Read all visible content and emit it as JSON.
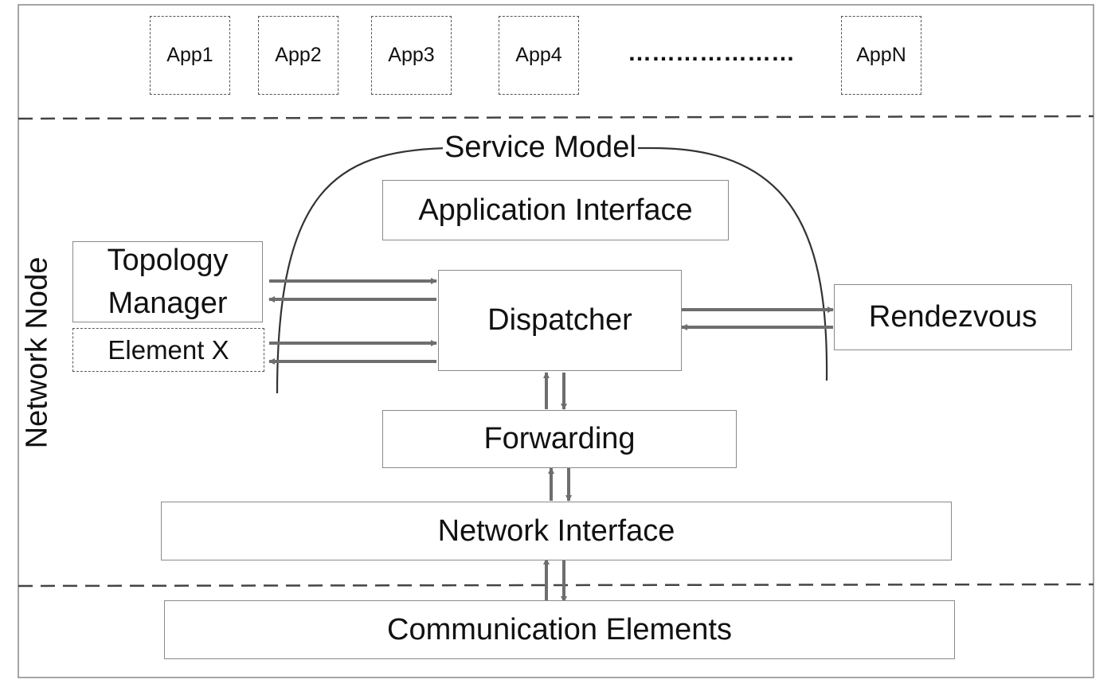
{
  "apps": [
    "App1",
    "App2",
    "App3",
    "App4",
    "AppN"
  ],
  "ellipsis": "…………………",
  "service_model": "Service Model",
  "network_node": "Network Node",
  "boxes": {
    "application_interface": "Application Interface",
    "topology_manager_line1": "Topology",
    "topology_manager_line2": "Manager",
    "element_x": "Element X",
    "dispatcher": "Dispatcher",
    "rendezvous": "Rendezvous",
    "forwarding": "Forwarding",
    "network_interface": "Network Interface",
    "communication_elements": "Communication Elements"
  },
  "colors": {
    "line": "#444444",
    "box_border": "#8a8a8a",
    "arrow": "#6e6e6e"
  }
}
